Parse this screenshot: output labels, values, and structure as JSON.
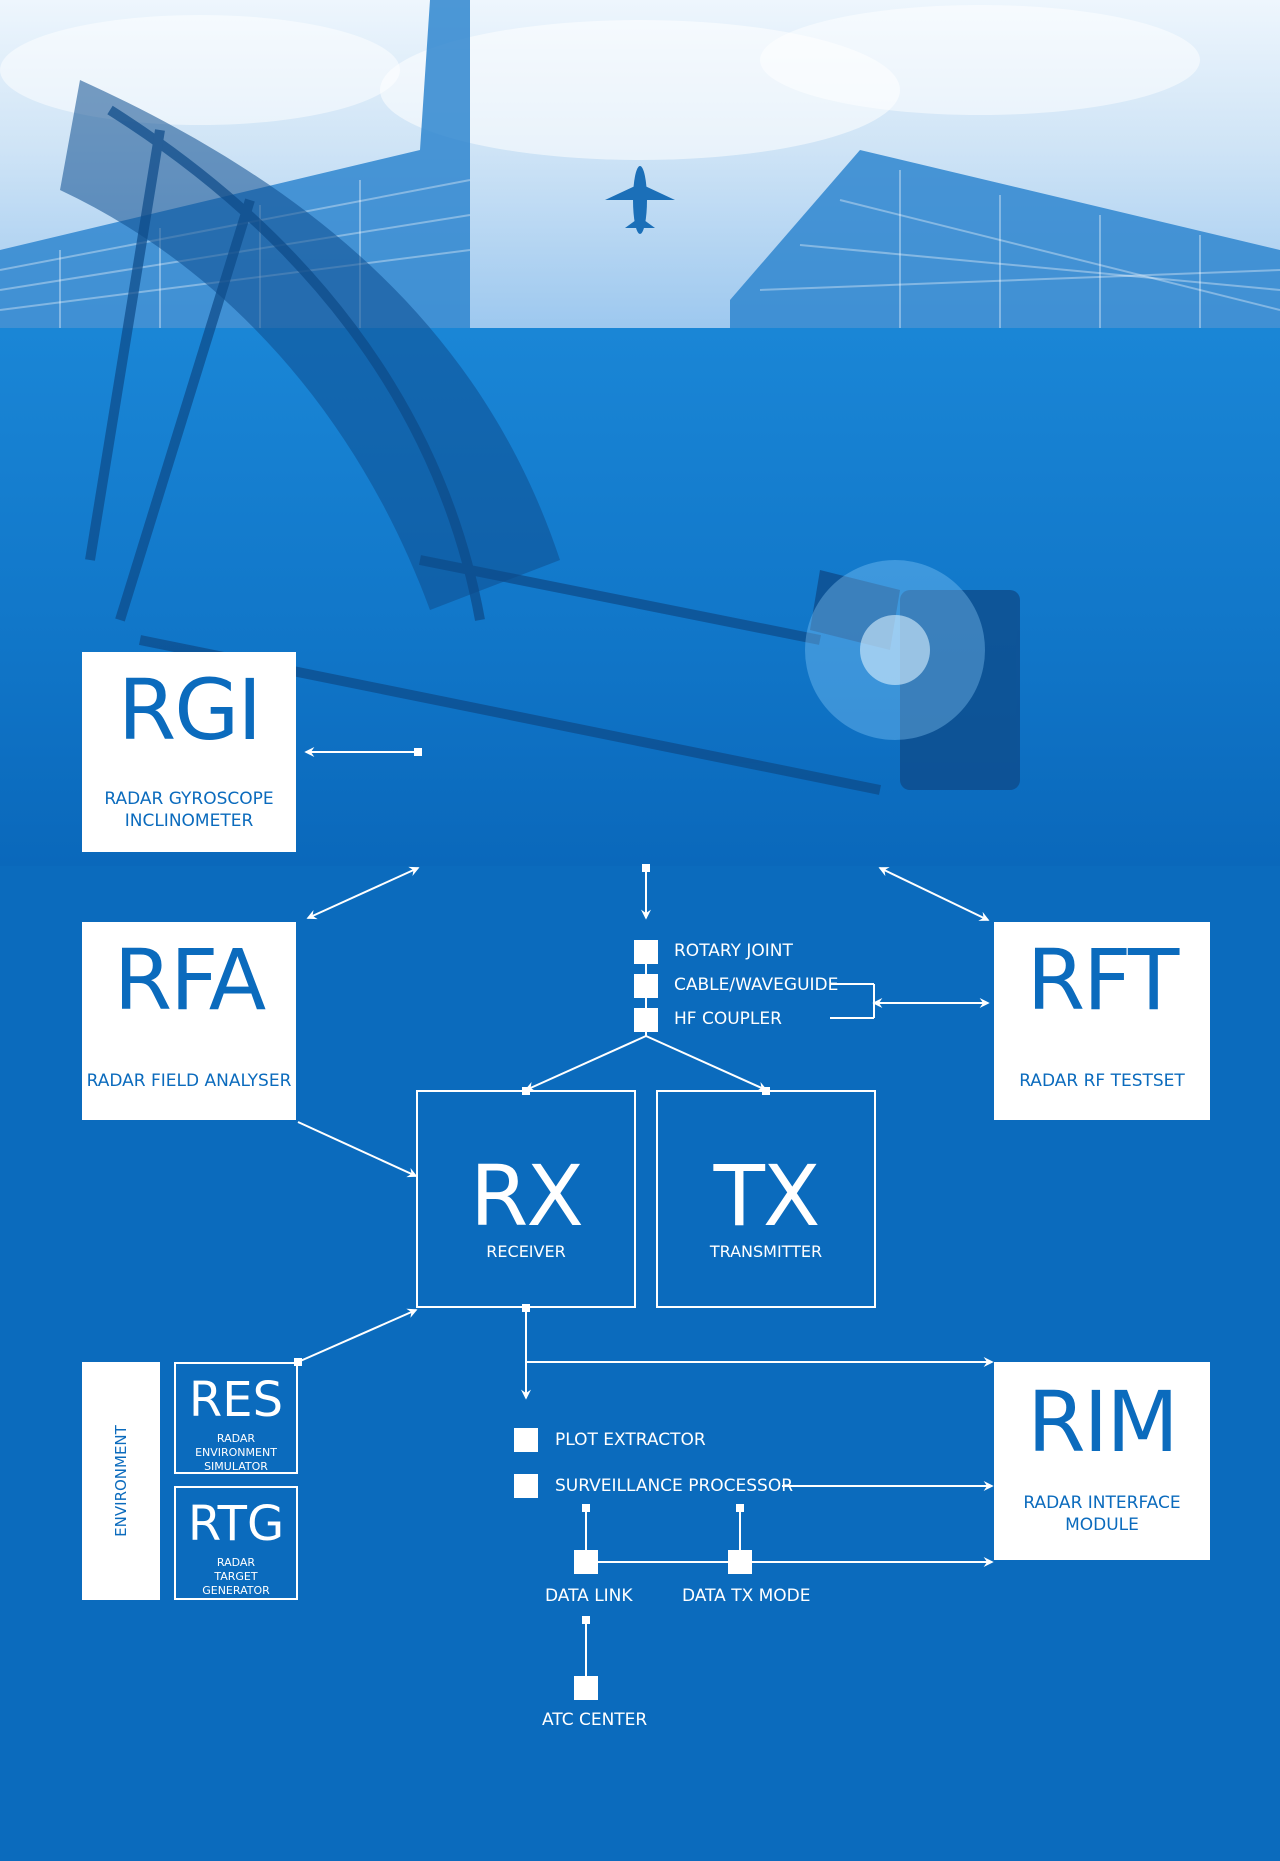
{
  "colors": {
    "brand_blue": "#0b6bbd",
    "sky_light": "#eef6fd",
    "white": "#ffffff"
  },
  "boxes": {
    "rgi": {
      "abbr": "RGI",
      "desc_line1": "RADAR GYROSCOPE",
      "desc_line2": "INCLINOMETER"
    },
    "rfa": {
      "abbr": "RFA",
      "desc": "RADAR FIELD ANALYSER"
    },
    "rft": {
      "abbr": "RFT",
      "desc": "RADAR RF TESTSET"
    },
    "rx": {
      "abbr": "RX",
      "desc": "RECEIVER"
    },
    "tx": {
      "abbr": "TX",
      "desc": "TRANSMITTER"
    },
    "rim": {
      "abbr": "RIM",
      "desc_line1": "RADAR INTERFACE",
      "desc_line2": "MODULE"
    },
    "res": {
      "abbr": "RES",
      "desc_line1": "RADAR",
      "desc_line2": "ENVIRONMENT",
      "desc_line3": "SIMULATOR"
    },
    "rtg": {
      "abbr": "RTG",
      "desc_line1": "RADAR",
      "desc_line2": "TARGET",
      "desc_line3": "GENERATOR"
    }
  },
  "environment_label": "ENVIRONMENT",
  "chain_labels": {
    "rotary_joint": "ROTARY JOINT",
    "cable_waveguide": "CABLE/WAVEGUIDE",
    "hf_coupler": "HF COUPLER",
    "plot_extractor": "PLOT EXTRACTOR",
    "surveillance_processor": "SURVEILLANCE PROCESSOR",
    "data_link": "DATA LINK",
    "data_tx_mode": "DATA TX MODE",
    "atc_center": "ATC CENTER"
  }
}
